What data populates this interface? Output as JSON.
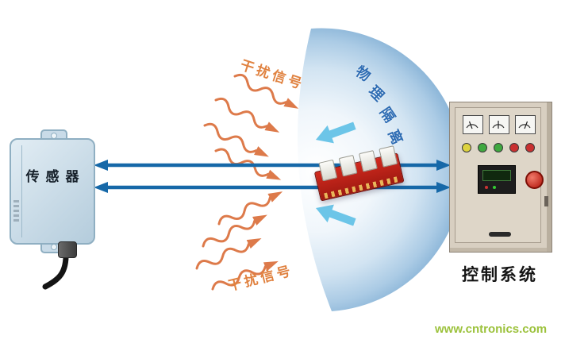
{
  "sensor": {
    "label": "传感器"
  },
  "interference": {
    "top_label": "干扰信号",
    "bottom_label": "干扰信号"
  },
  "isolation": {
    "text": "物理隔离",
    "chars": [
      "物",
      "理",
      "隔",
      "离"
    ]
  },
  "control_system": {
    "label": "控制系统"
  },
  "watermark": {
    "text": "www.cntronics.com"
  },
  "colors": {
    "signal_line_blue": "#1668a8",
    "interference_orange": "#dd7a4a",
    "shield_rim_blue": "#86b2d6",
    "isolation_text_blue": "#2e6cb3",
    "deflect_arrow_cyan": "#6cc5e8",
    "pcb_red": "#c4261d",
    "cabinet_beige": "#d8cfc1",
    "watermark_green": "#9cc23c"
  }
}
